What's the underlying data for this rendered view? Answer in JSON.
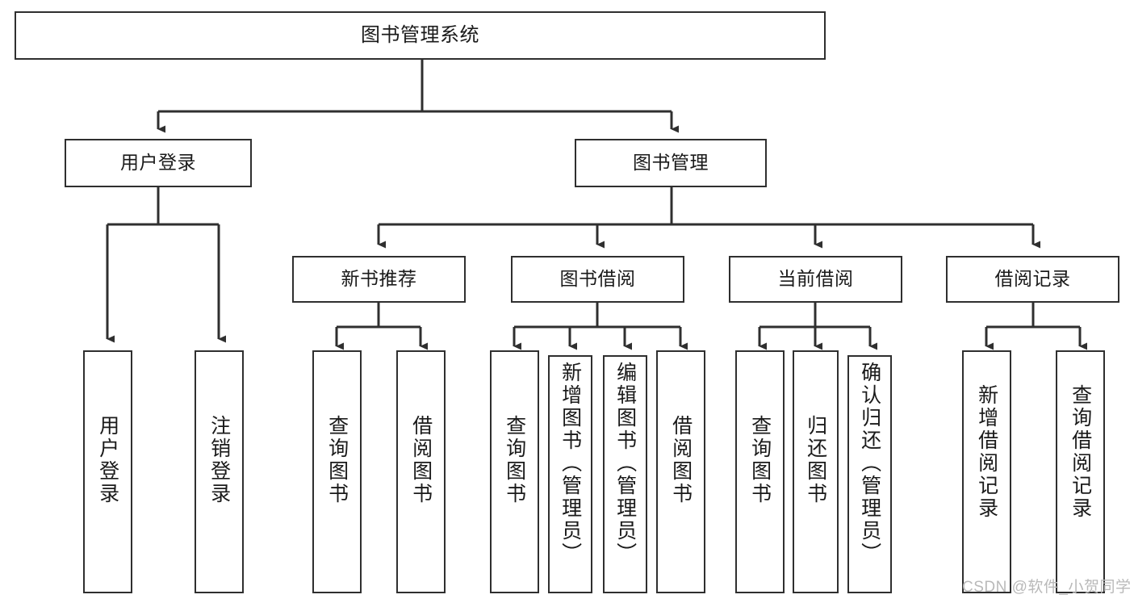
{
  "diagram": {
    "title": "图书管理系统",
    "type": "tree",
    "colors": {
      "border": "#2f2f2f",
      "fill": "#ffffff",
      "connector": "#2f2f2f",
      "text": "#1a1a1a",
      "watermark": "#b9b9b9"
    },
    "root": {
      "label": "图书管理系统",
      "orientation": "horizontal"
    },
    "level2": [
      {
        "label": "用户登录",
        "orientation": "horizontal"
      },
      {
        "label": "图书管理",
        "orientation": "horizontal"
      }
    ],
    "level3": [
      {
        "label": "新书推荐",
        "orientation": "horizontal",
        "parent": "图书管理"
      },
      {
        "label": "图书借阅",
        "orientation": "horizontal",
        "parent": "图书管理"
      },
      {
        "label": "当前借阅",
        "orientation": "horizontal",
        "parent": "图书管理"
      },
      {
        "label": "借阅记录",
        "orientation": "horizontal",
        "parent": "图书管理"
      }
    ],
    "leaves": {
      "用户登录": [
        {
          "label": "用户登录",
          "orientation": "vertical"
        },
        {
          "label": "注销登录",
          "orientation": "vertical"
        }
      ],
      "新书推荐": [
        {
          "label": "查询图书",
          "orientation": "vertical"
        },
        {
          "label": "借阅图书",
          "orientation": "vertical"
        }
      ],
      "图书借阅": [
        {
          "label": "查询图书",
          "orientation": "vertical"
        },
        {
          "label": "新增图书（管理员）",
          "orientation": "vertical"
        },
        {
          "label": "编辑图书（管理员）",
          "orientation": "vertical"
        },
        {
          "label": "借阅图书",
          "orientation": "vertical"
        }
      ],
      "当前借阅": [
        {
          "label": "查询图书",
          "orientation": "vertical"
        },
        {
          "label": "归还图书",
          "orientation": "vertical"
        },
        {
          "label": "确认归还（管理员）",
          "orientation": "vertical"
        }
      ],
      "借阅记录": [
        {
          "label": "新增借阅记录",
          "orientation": "vertical"
        },
        {
          "label": "查询借阅记录",
          "orientation": "vertical"
        }
      ]
    }
  },
  "watermark": {
    "text": "CSDN @软件_小贺同学"
  }
}
